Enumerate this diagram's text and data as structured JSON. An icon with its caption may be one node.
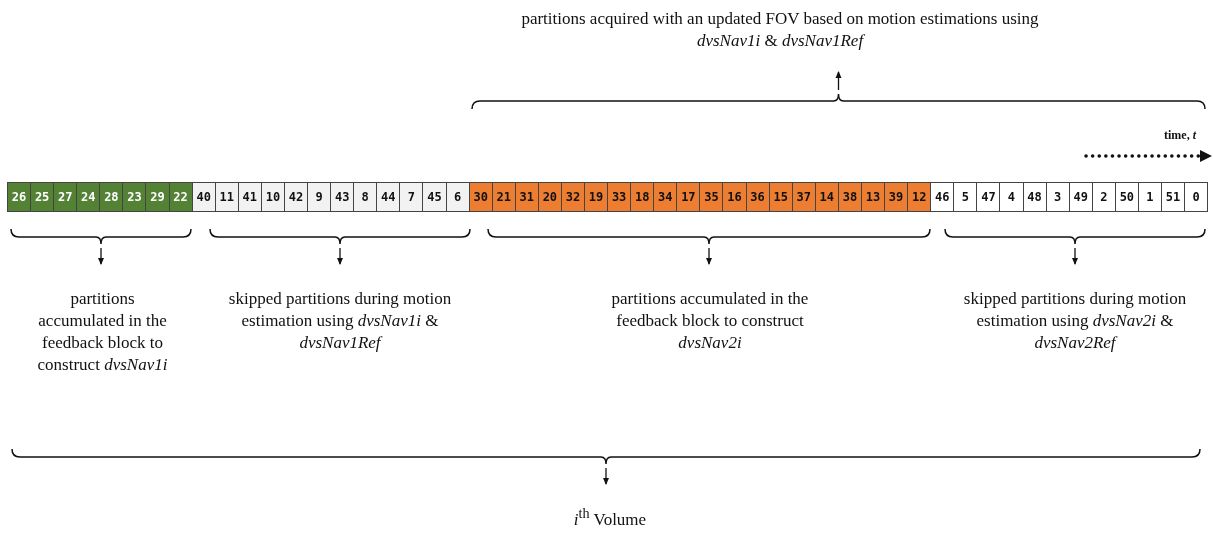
{
  "diagram": {
    "nodes": [
      {
        "text": [
          "26"
        ]
      },
      {
        "text": [
          "25"
        ]
      },
      {
        "text": [
          "27"
        ]
      },
      {
        "text": [
          "24"
        ]
      },
      {
        "text": [
          "28"
        ]
      },
      {
        "text": [
          "23"
        ]
      },
      {
        "text": [
          "29"
        ]
      },
      {
        "text": [
          "22"
        ]
      },
      {
        "text": [
          "40"
        ]
      },
      {
        "text": [
          "11"
        ]
      },
      {
        "text": [
          "41"
        ]
      },
      {
        "text": [
          "10"
        ]
      },
      {
        "text": [
          "42"
        ]
      },
      {
        "text": [
          "9"
        ]
      },
      {
        "text": [
          "43"
        ]
      },
      {
        "text": [
          "8"
        ]
      },
      {
        "text": [
          "44"
        ]
      },
      {
        "text": [
          "7"
        ]
      },
      {
        "text": [
          "45"
        ]
      },
      {
        "text": [
          "6"
        ]
      },
      {
        "text": [
          "30"
        ]
      },
      {
        "text": [
          "21"
        ]
      },
      {
        "text": [
          "31"
        ]
      },
      {
        "text": [
          "20"
        ]
      },
      {
        "text": [
          "32"
        ]
      },
      {
        "text": [
          "19"
        ]
      },
      {
        "text": [
          "33"
        ]
      },
      {
        "text": [
          "18"
        ]
      },
      {
        "text": [
          "34"
        ]
      },
      {
        "text": [
          "17"
        ]
      },
      {
        "text": [
          "35"
        ]
      },
      {
        "text": [
          "16"
        ]
      },
      {
        "text": [
          "36"
        ]
      },
      {
        "text": [
          "15"
        ]
      },
      {
        "text": [
          "37"
        ]
      },
      {
        "text": [
          "14"
        ]
      },
      {
        "text": [
          "38"
        ]
      },
      {
        "text": [
          "13"
        ]
      },
      {
        "text": [
          "39"
        ]
      },
      {
        "text": [
          "12"
        ]
      },
      {
        "text": [
          "46"
        ]
      },
      {
        "text": [
          "5"
        ]
      },
      {
        "text": [
          "47"
        ]
      },
      {
        "text": [
          "4"
        ]
      },
      {
        "text": [
          "48"
        ]
      },
      {
        "text": [
          "3"
        ]
      },
      {
        "text": [
          "49"
        ]
      },
      {
        "text": [
          "2"
        ]
      },
      {
        "text": [
          "50"
        ]
      },
      {
        "text": [
          "1"
        ]
      },
      {
        "text": [
          "51"
        ]
      },
      {
        "text": [
          "0"
        ]
      }
    ],
    "labels": [
      "partitions acquired with an updated FOV based on motion estimations using *dvsNav1i* & *dvsNav1Ref*",
      "time, *t*",
      "partitions accumulated in the feedback block to construct *dvsNav1i*",
      "skipped partitions during motion estimation using *dvsNav1i* & *dvsNav1Ref*",
      "partitions accumulated in the feedback block to construct *dvsNav2i*",
      "skipped partitions during motion estimation using *dvsNav2i* & *dvsNav2Ref*",
      "*i*$^{th}$ Volume"
    ]
  }
}
